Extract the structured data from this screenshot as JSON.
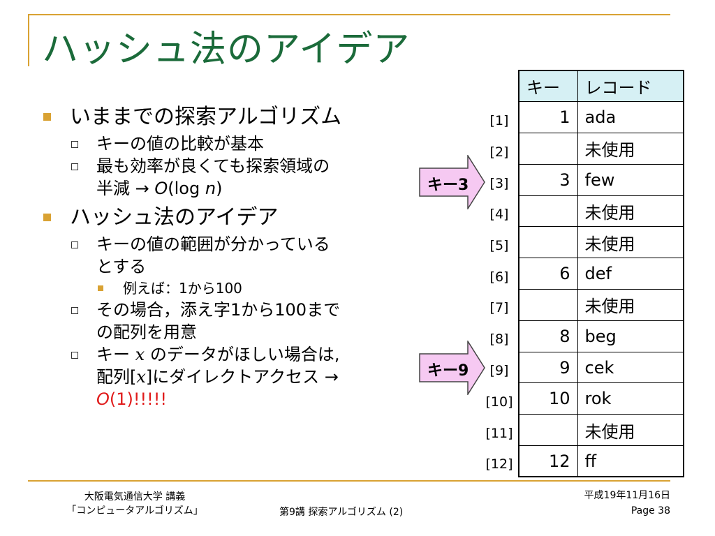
{
  "title": "ハッシュ法のアイデア",
  "bullets": {
    "b1": "いままでの探索アルゴリズム",
    "b1_1": "キーの値の比較が基本",
    "b1_2_line1": "最も効率が良くても探索領域の",
    "b1_2_line2_pre": "半減 → ",
    "b1_2_O": "O",
    "b1_2_paren_open": "(log ",
    "b1_2_n": "n",
    "b1_2_paren_close": ")",
    "b2": "ハッシュ法のアイデア",
    "b2_1_line1": "キーの値の範囲が分かっている",
    "b2_1_line2": "とする",
    "b2_1_1": "例えば：1から100",
    "b2_2_line1": "その場合，添え字1から100まで",
    "b2_2_line2": "の配列を用意",
    "b2_3_line1_pre": "キー ",
    "b2_3_x": "x",
    "b2_3_line1_post": " のデータがほしい場合は,",
    "b2_3_line2_pre": "配列[",
    "b2_3_x2": "x",
    "b2_3_line2_post": "]にダイレクトアクセス →",
    "b2_3_line3_O": "O",
    "b2_3_line3_rest": "(1)!!!!!"
  },
  "table": {
    "headers": {
      "key": "キー",
      "record": "レコード"
    },
    "rows": [
      {
        "index": "[1]",
        "key": "1",
        "record": "ada"
      },
      {
        "index": "[2]",
        "key": "",
        "record": "未使用"
      },
      {
        "index": "[3]",
        "key": "3",
        "record": "few"
      },
      {
        "index": "[4]",
        "key": "",
        "record": "未使用"
      },
      {
        "index": "[5]",
        "key": "",
        "record": "未使用"
      },
      {
        "index": "[6]",
        "key": "6",
        "record": "def"
      },
      {
        "index": "[7]",
        "key": "",
        "record": "未使用"
      },
      {
        "index": "[8]",
        "key": "8",
        "record": "beg"
      },
      {
        "index": "[9]",
        "key": "9",
        "record": "cek"
      },
      {
        "index": "[10]",
        "key": "10",
        "record": "rok"
      },
      {
        "index": "[11]",
        "key": "",
        "record": "未使用"
      },
      {
        "index": "[12]",
        "key": "12",
        "record": "ff"
      }
    ]
  },
  "arrows": [
    {
      "label": "キー3"
    },
    {
      "label": "キー9"
    }
  ],
  "footer": {
    "left_line1": "大阪電気通信大学 講義",
    "left_line2": "「コンピュータアルゴリズム」",
    "center": "第9講 探索アルゴリズム (2)",
    "date": "平成19年11月16日",
    "page": "Page 38"
  },
  "colors": {
    "title": "#1b6b3a",
    "accent": "#d9a233",
    "header_bg": "#d6f0f4",
    "arrow_fill": "#f6c9f2",
    "emphasis": "#e01b1b"
  }
}
